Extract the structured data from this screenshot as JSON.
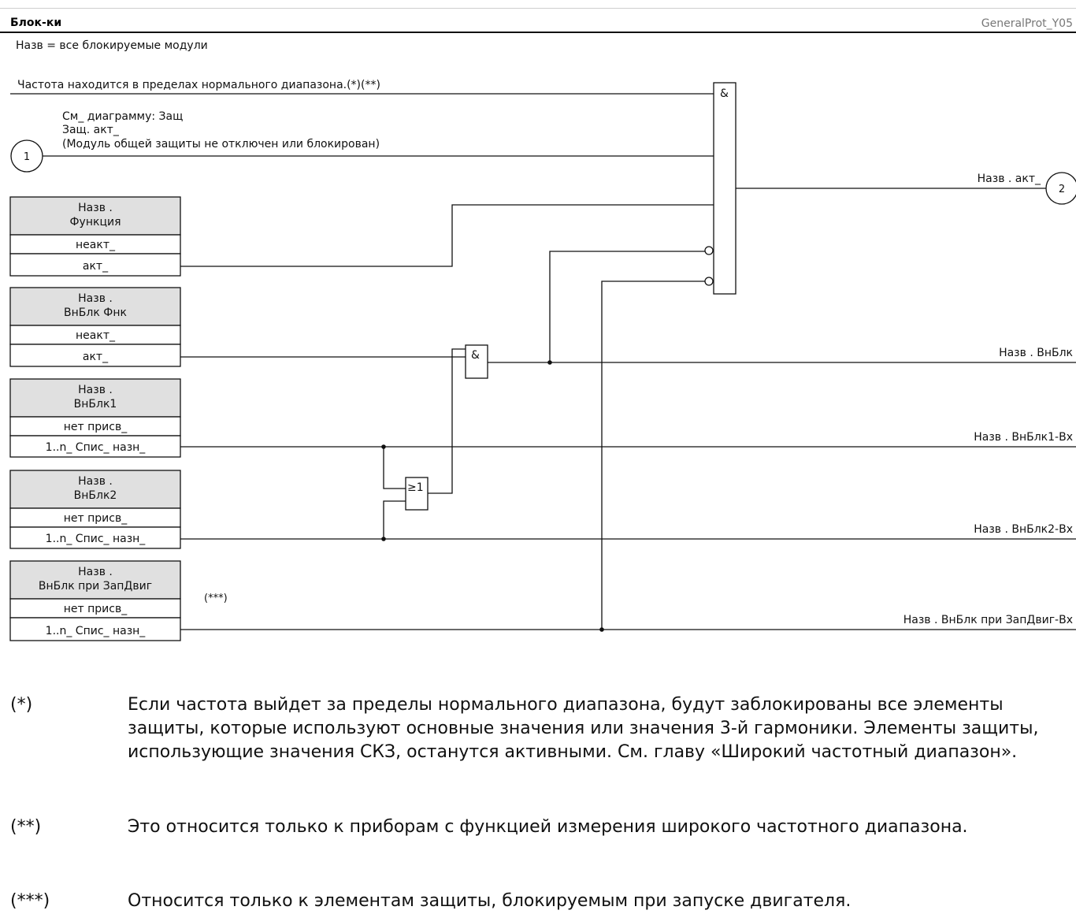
{
  "header": {
    "title": "Блок-ки",
    "ref": "GeneralProt_Y05",
    "subtitle": "Назв = все блокируемые модули"
  },
  "diagram": {
    "freq_input": "Частота находится в пределах нормального диапазона.(*)(**)",
    "prot_lines": [
      "См_ диаграмму: Защ",
      "Защ. акт_",
      "(Модуль общей защиты не отключен или блокирован)"
    ],
    "connector_in": "1",
    "connector_out": "2",
    "and_symbol": "&",
    "or_symbol": "≥1",
    "note_star3": "(***)",
    "blocks": [
      {
        "title1": "Назв .",
        "title2": "Функция",
        "opt1": "неакт_",
        "opt2": "акт_"
      },
      {
        "title1": "Назв .",
        "title2": "ВнБлк Фнк",
        "opt1": "неакт_",
        "opt2": "акт_"
      },
      {
        "title1": "Назв .",
        "title2": "ВнБлк1",
        "opt1": "нет присв_",
        "opt2": "1..n_ Спис_ назн_"
      },
      {
        "title1": "Назв .",
        "title2": "ВнБлк2",
        "opt1": "нет присв_",
        "opt2": "1..n_ Спис_ назн_"
      },
      {
        "title1": "Назв .",
        "title2": "ВнБлк при ЗапДвиг",
        "opt1": "нет присв_",
        "opt2": "1..n_ Спис_ назн_"
      }
    ],
    "outputs": {
      "act": "Назв . акт_",
      "vnblk": "Назв . ВнБлк",
      "vnblk1": "Назв . ВнБлк1-Вх",
      "vnblk2": "Назв . ВнБлк2-Вх",
      "vnblk_zap": "Назв . ВнБлк при ЗапДвиг-Вх"
    }
  },
  "footnotes": [
    {
      "mark": "(*)",
      "text": "Если частота выйдет за пределы нормального диапазона, будут заблокированы все элементы защиты, которые используют основные значения или значения 3-й гармоники. Элементы защиты, использующие значения СКЗ, останутся активными. См. главу «Широкий частотный диапазон»."
    },
    {
      "mark": "(**)",
      "text": "Это относится только к приборам с функцией измерения широкого частотного диапазона."
    },
    {
      "mark": "(***)",
      "text": "Относится только к элементам защиты, блокируемым при запуске двигателя."
    }
  ]
}
